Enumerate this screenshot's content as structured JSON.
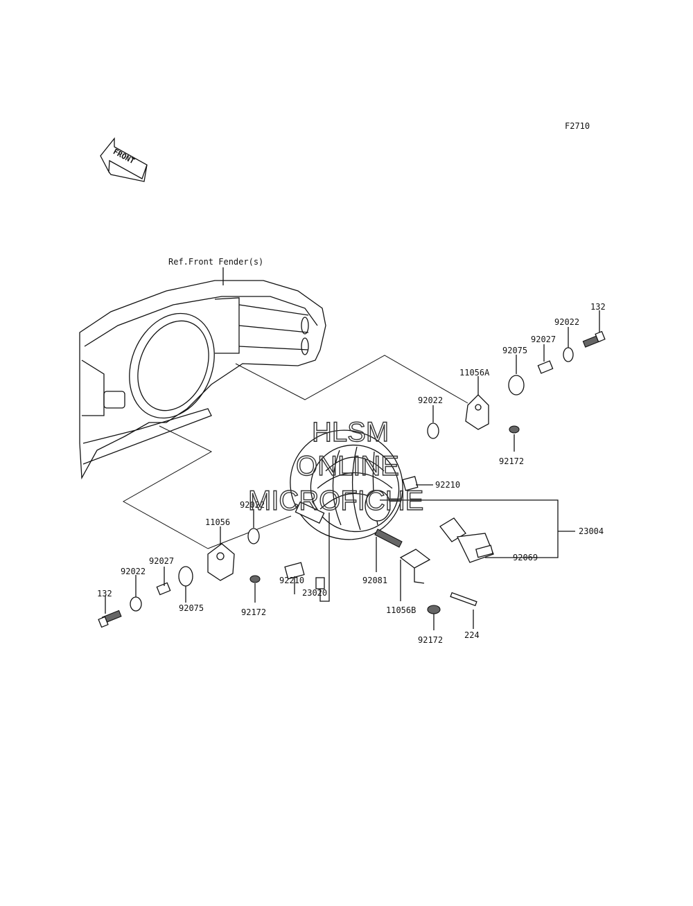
{
  "figure_code": "F2710",
  "front_arrow_text": "FRONT",
  "reference_label": "Ref.Front Fender(s)",
  "watermark": [
    "HLSM",
    "ONLINE",
    "MICROFICHE"
  ],
  "parts": {
    "p132_right": "132",
    "p92022_top_right": "92022",
    "p92027_right": "92027",
    "p92075_right": "92075",
    "p11056A": "11056A",
    "p92022_mid_right": "92022",
    "p92172_right": "92172",
    "p92210_right": "92210",
    "p23004": "23004",
    "p92069": "92069",
    "p92022_left_upper": "92022",
    "p11056": "11056",
    "p92027_left": "92027",
    "p92022_left": "92022",
    "p132_left": "132",
    "p92075_left": "92075",
    "p92172_left": "92172",
    "p92210_left": "92210",
    "p23020": "23020",
    "p92081": "92081",
    "p11056B": "11056B",
    "p92172_bottom": "92172",
    "p224": "224"
  }
}
